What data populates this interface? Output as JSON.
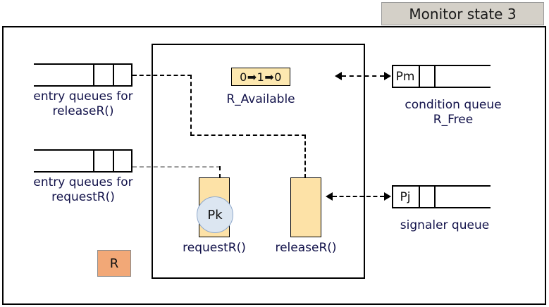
{
  "title": "Monitor state 3",
  "entry_queues": [
    {
      "caption": "entry queues for\nreleaseR()",
      "cells": [
        "",
        "",
        ""
      ]
    },
    {
      "caption": "entry queues for\nrequestR()",
      "cells": [
        "",
        "",
        ""
      ]
    }
  ],
  "right_queues": [
    {
      "caption": "condition queue\nR_Free",
      "cells": [
        "Pm",
        "",
        ""
      ]
    },
    {
      "caption": "signaler queue",
      "cells": [
        "Pj",
        "",
        ""
      ]
    }
  ],
  "variable": {
    "value": "0➡1➡0",
    "label": "R_Available"
  },
  "procedures": [
    {
      "label": "requestR()",
      "process": "Pk"
    },
    {
      "label": "releaseR()",
      "process": ""
    }
  ],
  "resource": {
    "label": "R"
  },
  "colors": {
    "title_bg": "#d4d0c8",
    "variable_bg": "#fde8b0",
    "procedure_bg": "#fde2a7",
    "process_bg": "#dce6f1",
    "resource_bg": "#f2a877",
    "line": "#000000",
    "gray_line": "#9c9c9c",
    "caption_text": "#12124a"
  }
}
